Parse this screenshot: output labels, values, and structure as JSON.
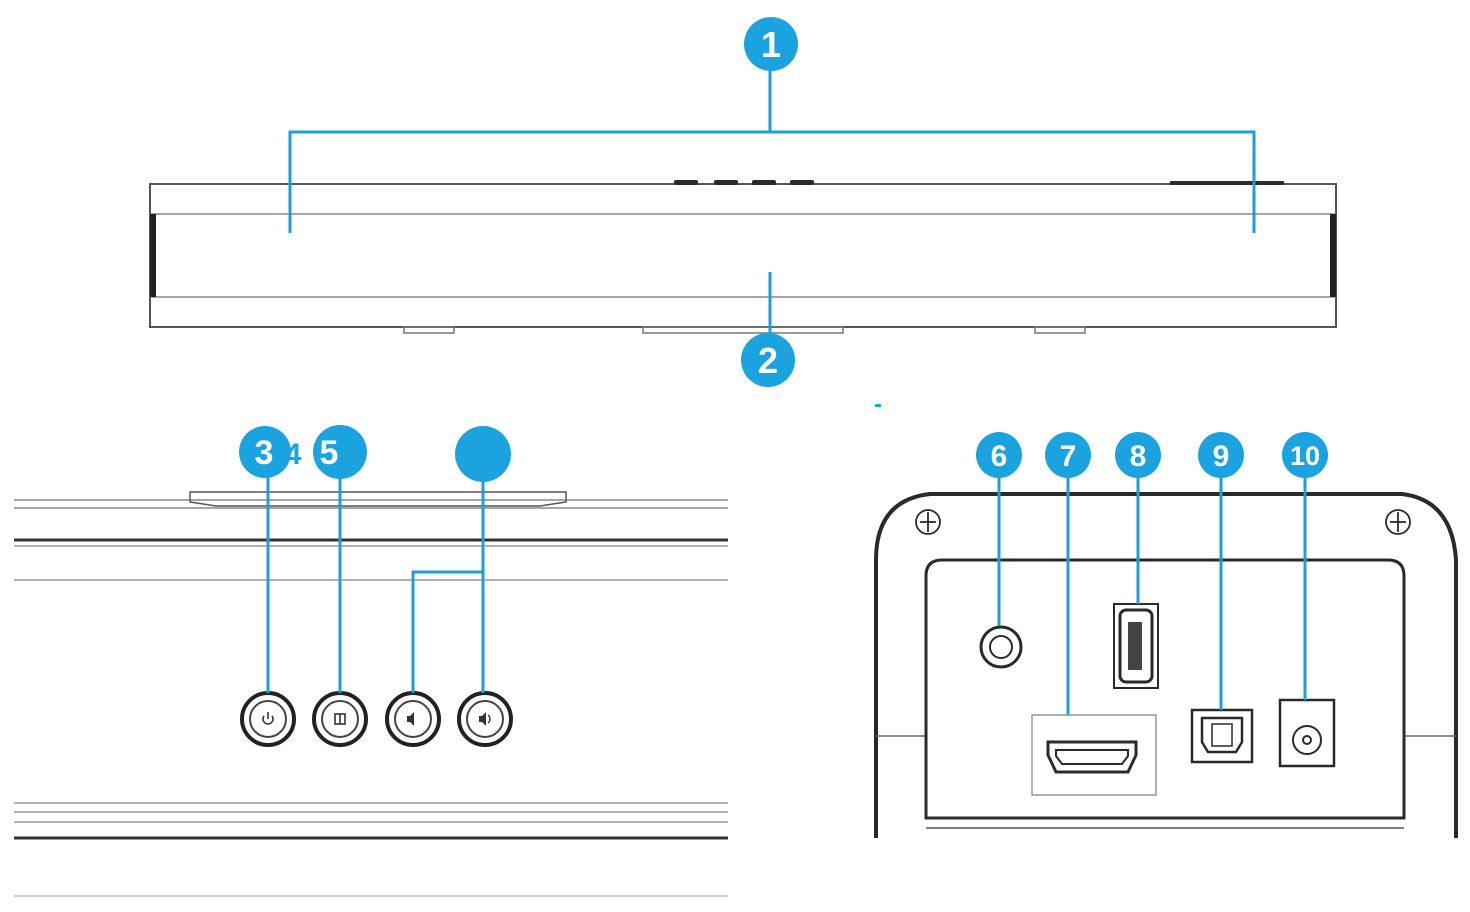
{
  "colors": {
    "callout": "#1aa3df",
    "callout_line": "#1c9fdc",
    "outline": "#3a3a3a",
    "outline_light": "#9a9a9a",
    "background": "#ffffff"
  },
  "callouts": {
    "c1": "1",
    "c2": "2",
    "c3": "3",
    "c4": "4",
    "c5": "5",
    "c6": "6",
    "c7": "7",
    "c8": "8",
    "c9": "9",
    "c10": "10"
  },
  "button_icons": [
    "power-icon",
    "source-icon",
    "volume-down-icon",
    "volume-up-icon"
  ],
  "port_icons": [
    "aux-jack-icon",
    "hdmi-port-icon",
    "usb-port-icon",
    "optical-port-icon",
    "dc-power-icon"
  ]
}
